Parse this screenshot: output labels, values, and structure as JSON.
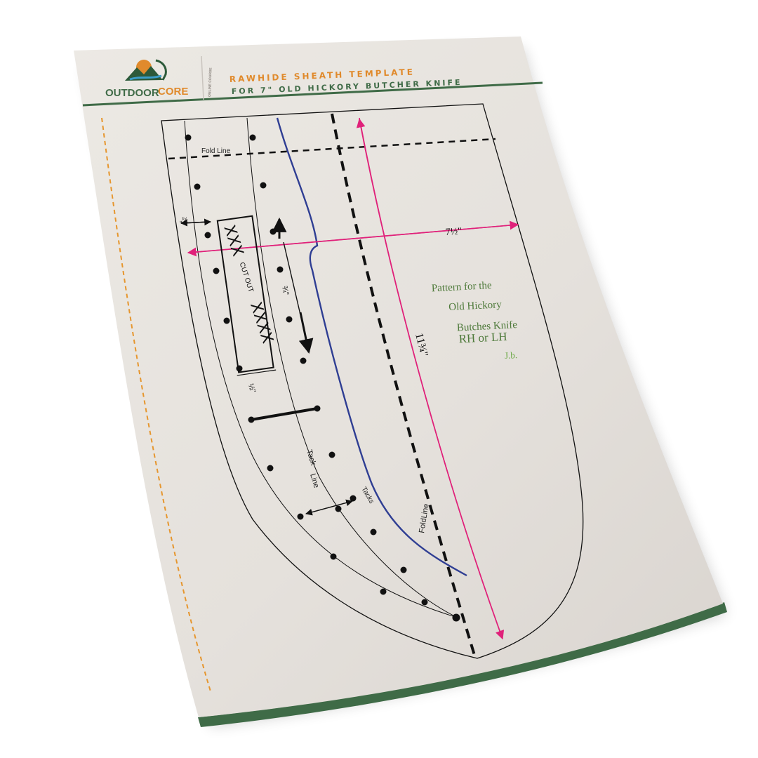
{
  "logo": {
    "brand_part1": "OUTDOOR",
    "brand_part2": "CORE",
    "tagline": "ONLINE COURSE"
  },
  "header": {
    "title_line1": "RAWHIDE SHEATH TEMPLATE",
    "title_line2": "FOR 7\" OLD HICKORY BUTCHER KNIFE"
  },
  "template": {
    "fold_line_top": "Fold Line",
    "fold_line_side": "FoldLine",
    "width_dimension": "7½\"",
    "length_dimension": "11¾\"",
    "edge_margin": "¾\"",
    "slot_offset": "¾\"",
    "slot_width": "½\"",
    "cutout_left_marks": "XXX",
    "cutout_label": "CUT OUT",
    "cutout_right_marks": "XXXX",
    "tack_line_word1": "Tack",
    "tack_line_word2": "Line",
    "tacks_label": "Tacks"
  },
  "note": {
    "line1": "Pattern for the",
    "line2": "Old Hickory",
    "line3": "Butches Knife",
    "line4": "RH or LH",
    "initials": "J.b."
  },
  "colors": {
    "paper": "#e6e2dd",
    "brand_green": "#3f6b47",
    "title_orange": "#e08a2c",
    "dimension_magenta": "#e0217a",
    "blade_line_blue": "#2f3e93",
    "note_green": "#4e7a3a",
    "guide_orange": "#e6962e"
  }
}
